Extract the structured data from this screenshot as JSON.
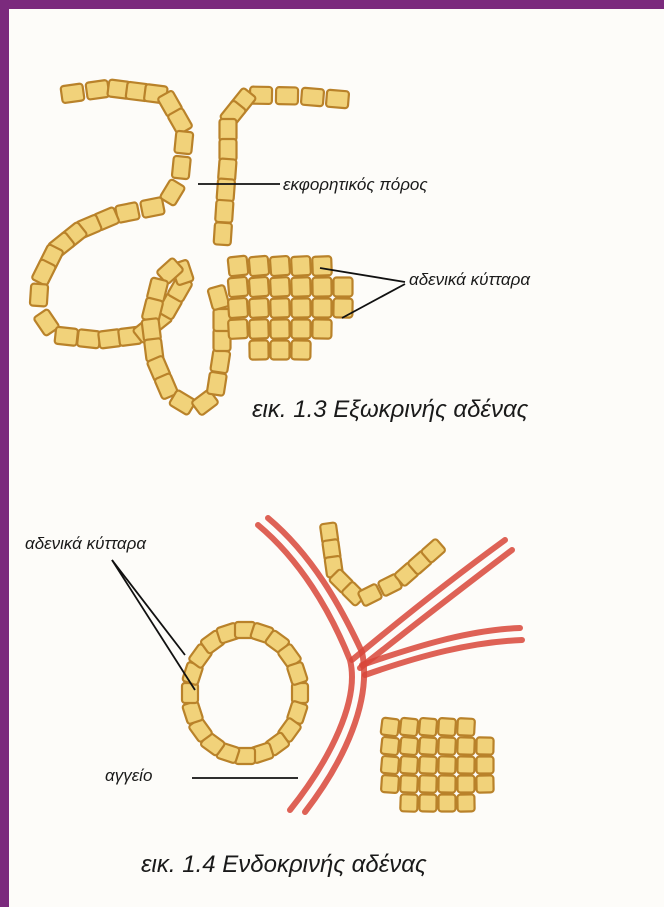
{
  "figure_1_3": {
    "caption": "εικ. 1.3 Εξωκρινής αδένας",
    "duct_label": "εκφορητικός πόρος",
    "cells_label": "αδενικά κύτταρα"
  },
  "figure_1_4": {
    "caption": "εικ. 1.4 Ενδοκρινής αδένας",
    "cells_label": "αδενικά κύτταρα",
    "vessel_label": "αγγείο"
  },
  "colors": {
    "frame": "#7b2a7d",
    "cell_fill": "#f1d27a",
    "cell_border": "#b9822a",
    "vessel": "#d8473a"
  }
}
